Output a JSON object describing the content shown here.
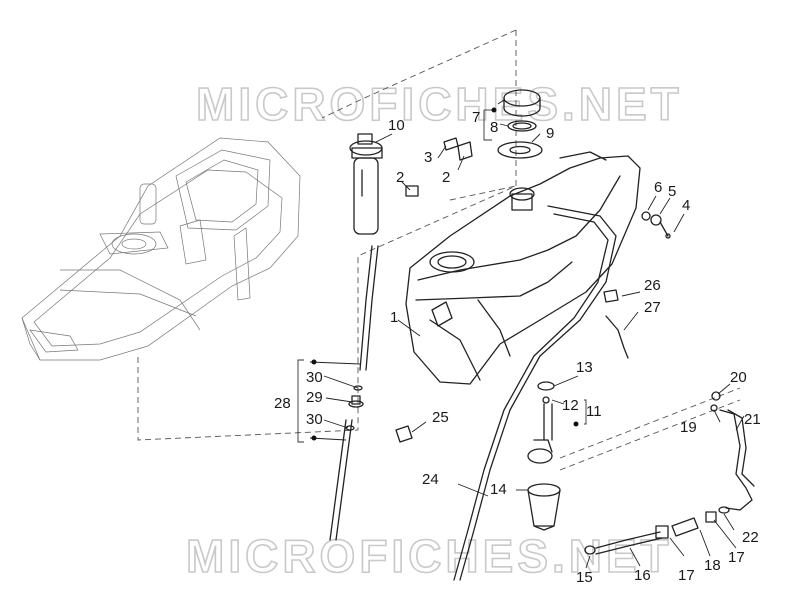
{
  "watermark": {
    "top": "MICROFICHES.NET",
    "bottom": "MICROFICHES.NET"
  },
  "callouts": [
    {
      "id": "c1",
      "text": "1"
    },
    {
      "id": "c2a",
      "text": "2"
    },
    {
      "id": "c2b",
      "text": "2"
    },
    {
      "id": "c3",
      "text": "3"
    },
    {
      "id": "c4",
      "text": "4"
    },
    {
      "id": "c5",
      "text": "5"
    },
    {
      "id": "c6",
      "text": "6"
    },
    {
      "id": "c7",
      "text": "7"
    },
    {
      "id": "c8",
      "text": "8"
    },
    {
      "id": "c9",
      "text": "9"
    },
    {
      "id": "c10",
      "text": "10"
    },
    {
      "id": "c11",
      "text": "11"
    },
    {
      "id": "c12",
      "text": "12"
    },
    {
      "id": "c13",
      "text": "13"
    },
    {
      "id": "c14",
      "text": "14"
    },
    {
      "id": "c15",
      "text": "15"
    },
    {
      "id": "c16",
      "text": "16"
    },
    {
      "id": "c17a",
      "text": "17"
    },
    {
      "id": "c17b",
      "text": "17"
    },
    {
      "id": "c18",
      "text": "18"
    },
    {
      "id": "c19",
      "text": "19"
    },
    {
      "id": "c20",
      "text": "20"
    },
    {
      "id": "c21",
      "text": "21"
    },
    {
      "id": "c22",
      "text": "22"
    },
    {
      "id": "c24",
      "text": "24"
    },
    {
      "id": "c25",
      "text": "25"
    },
    {
      "id": "c26",
      "text": "26"
    },
    {
      "id": "c27",
      "text": "27"
    },
    {
      "id": "c28",
      "text": "28"
    },
    {
      "id": "c29",
      "text": "29"
    },
    {
      "id": "c30a",
      "text": "30"
    },
    {
      "id": "c30b",
      "text": "30"
    }
  ]
}
